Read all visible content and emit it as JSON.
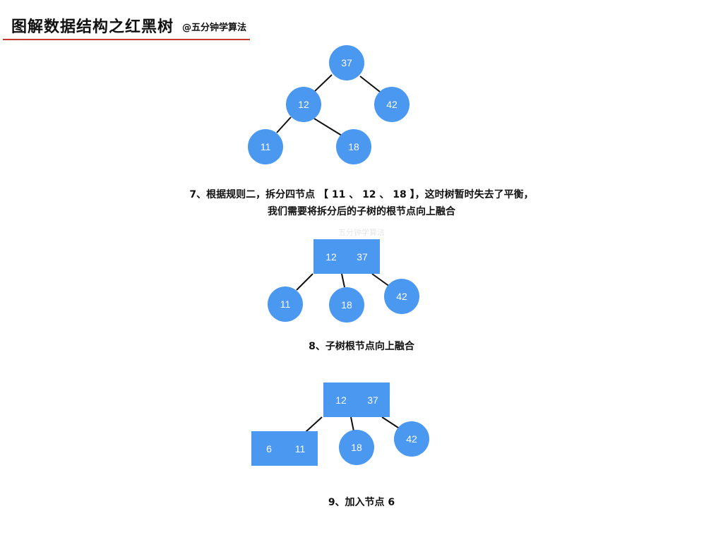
{
  "header": {
    "title": "图解数据结构之红黑树",
    "subtitle": "@五分钟学算法"
  },
  "colors": {
    "node": "#4a98ef",
    "edge": "#111111",
    "label": "#ffffff",
    "rule": "#c0392b"
  },
  "steps": [
    {
      "caption_line1": "7、根据规则二，拆分四节点 【 11 、 12 、 18 】，这时树暂时失去了平衡，",
      "caption_line2": "我们需要将拆分后的子树的根节点向上融合",
      "nodes": [
        "37",
        "12",
        "42",
        "11",
        "18"
      ]
    },
    {
      "watermark": "五分钟学算法",
      "caption_line1": "8、子树根节点向上融合",
      "nodes": [
        [
          "12",
          "37"
        ],
        "11",
        "18",
        "42"
      ]
    },
    {
      "caption_line1": "9、加入节点 6",
      "nodes": [
        [
          "12",
          "37"
        ],
        [
          "6",
          "11"
        ],
        "18",
        "42"
      ]
    }
  ]
}
